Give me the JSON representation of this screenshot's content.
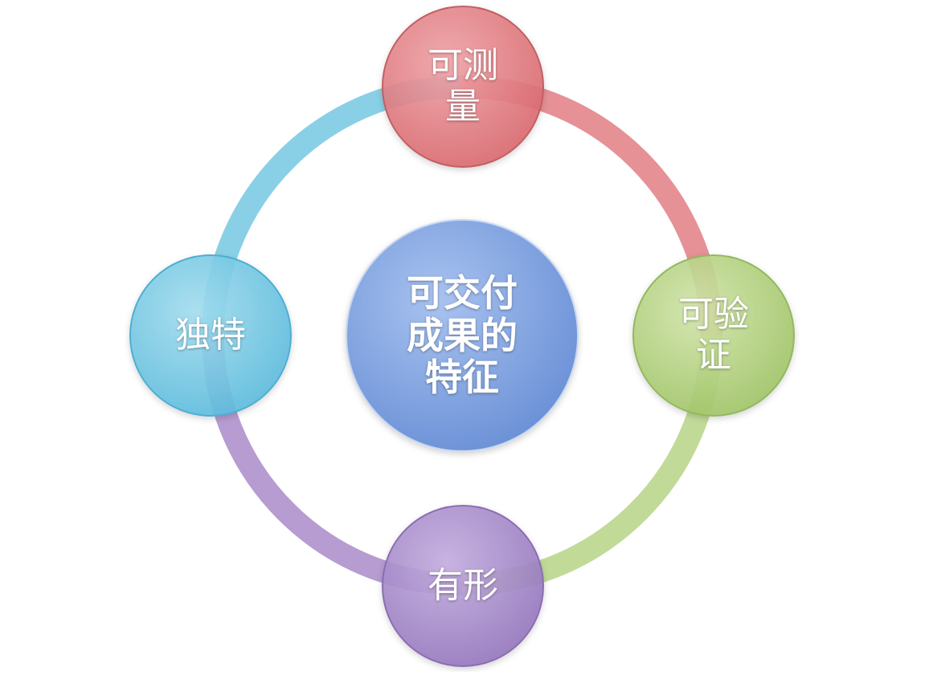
{
  "diagram": {
    "center": {
      "lines": [
        "可交付",
        "成果的",
        "特征"
      ],
      "color": "#7ea3e0"
    },
    "nodes": [
      {
        "id": "top",
        "lines": [
          "可测",
          "量"
        ],
        "color": "#e27b80"
      },
      {
        "id": "right",
        "lines": [
          "可验",
          "证"
        ],
        "color": "#b3d27d"
      },
      {
        "id": "bottom",
        "lines": [
          "有形"
        ],
        "color": "#a987c9"
      },
      {
        "id": "left",
        "lines": [
          "独特"
        ],
        "color": "#6ec6e4"
      }
    ],
    "ring_colors": {
      "top_right": "#e07e84",
      "right_bottom": "#b6d386",
      "bottom_left": "#a98bc9",
      "left_top": "#74c8e2"
    }
  }
}
